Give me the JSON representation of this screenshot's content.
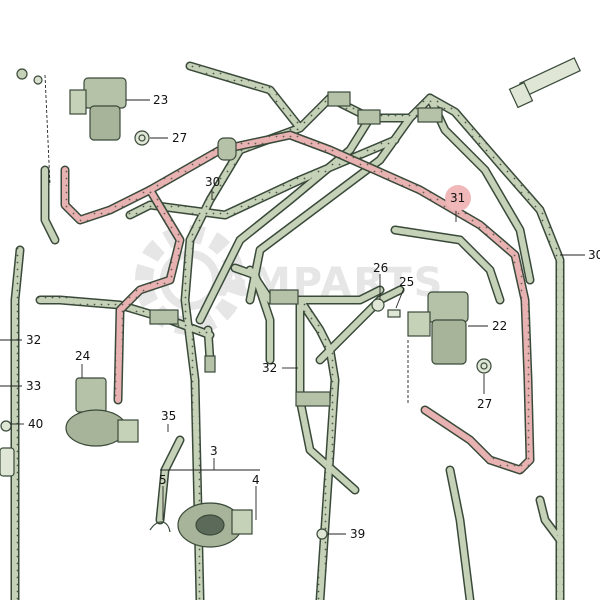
{
  "colors": {
    "hose_green": "#c6d2b8",
    "hose_red": "#e8b2b2",
    "hose_outline": "#3a4a3a",
    "part_green": "#b6c2a8",
    "part_dark": "#5c6a5a",
    "highlight_circle": "#f0b8b8",
    "watermark": "#d2d2d2"
  },
  "watermark": {
    "text": "AMPARTS"
  },
  "callouts": [
    {
      "id": "23",
      "label": "23"
    },
    {
      "id": "27a",
      "label": "27"
    },
    {
      "id": "30a",
      "label": "30"
    },
    {
      "id": "31",
      "label": "31",
      "highlighted": true
    },
    {
      "id": "30b",
      "label": "30"
    },
    {
      "id": "26",
      "label": "26"
    },
    {
      "id": "25",
      "label": "25"
    },
    {
      "id": "22",
      "label": "22"
    },
    {
      "id": "27b",
      "label": "27"
    },
    {
      "id": "32a",
      "label": "32"
    },
    {
      "id": "33",
      "label": "33"
    },
    {
      "id": "40",
      "label": "40"
    },
    {
      "id": "24",
      "label": "24"
    },
    {
      "id": "35",
      "label": "35"
    },
    {
      "id": "32b",
      "label": "32"
    },
    {
      "id": "3",
      "label": "3"
    },
    {
      "id": "5",
      "label": "5"
    },
    {
      "id": "4",
      "label": "4"
    },
    {
      "id": "39",
      "label": "39"
    }
  ],
  "icons": {
    "solenoid_valve": "solenoid-valve-icon",
    "cap_nut": "cap-nut-icon",
    "connector": "hose-connector-icon"
  }
}
